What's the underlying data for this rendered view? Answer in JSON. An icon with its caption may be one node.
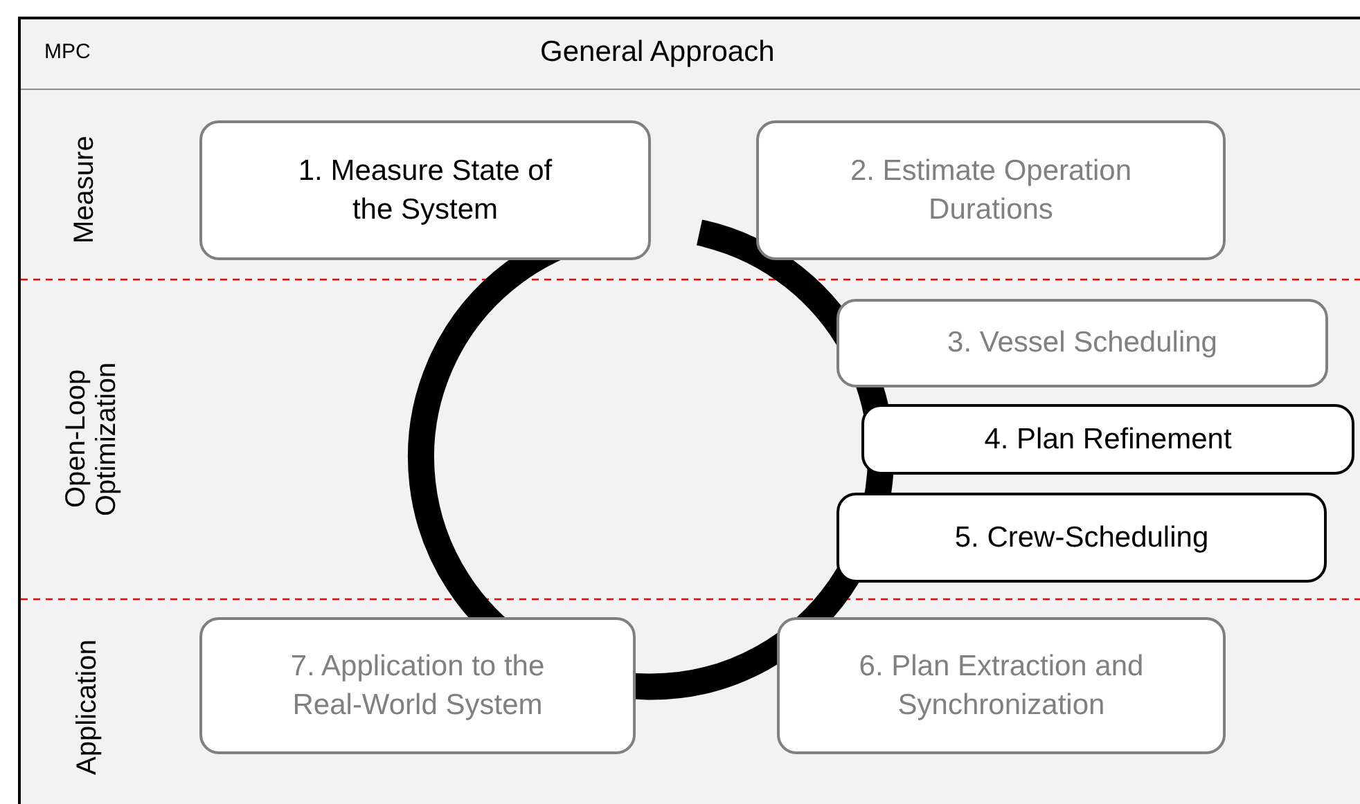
{
  "diagram": {
    "title": "General Approach",
    "nodes": [
      {
        "text": [
          "1. Measure State of the System"
        ]
      },
      {
        "text": [
          "2. Estimate Operation Durations"
        ]
      },
      {
        "text": [
          "3. Vessel Scheduling"
        ]
      },
      {
        "text": [
          "4. Plan Refinement"
        ]
      },
      {
        "text": [
          "5. Crew-Scheduling"
        ]
      },
      {
        "text": [
          "6. Plan Extraction and Synchronization"
        ]
      },
      {
        "text": [
          "7. Application to the Real-World System"
        ]
      }
    ],
    "edges": [],
    "labels": [
      "MPC",
      "Measure",
      "Open-Loop Optimization",
      "Application"
    ]
  }
}
